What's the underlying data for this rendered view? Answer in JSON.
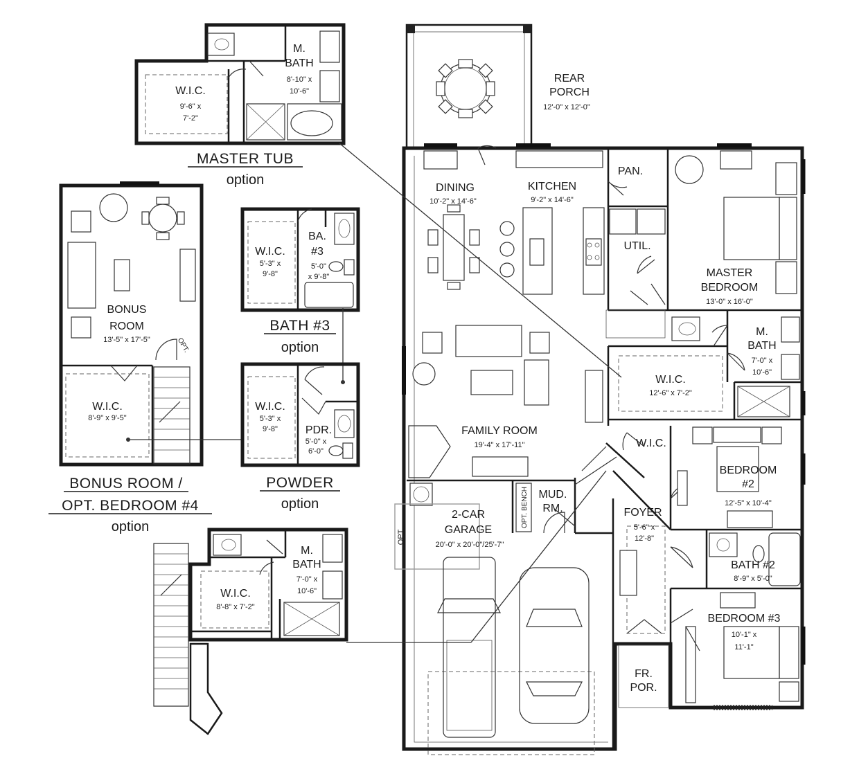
{
  "rooms": {
    "rear_porch": {
      "name_line1": "REAR",
      "name_line2": "PORCH",
      "dims": "12'-0\" x 12'-0\""
    },
    "dining": {
      "name": "DINING",
      "dims": "10'-2\" x 14'-6\""
    },
    "kitchen": {
      "name": "KITCHEN",
      "dims": "9'-2\" x 14'-6\""
    },
    "pantry": {
      "name": "PAN."
    },
    "utility": {
      "name": "UTIL."
    },
    "master_bedroom": {
      "name_line1": "MASTER",
      "name_line2": "BEDROOM",
      "dims": "13'-0\" x 16'-0\""
    },
    "master_bath": {
      "name_line1": "M.",
      "name_line2": "BATH",
      "dims_line1": "7'-0\" x",
      "dims_line2": "10'-6\""
    },
    "master_wic": {
      "name": "W.I.C.",
      "dims": "12'-6\" x 7'-2\""
    },
    "family_room": {
      "name": "FAMILY ROOM",
      "dims": "19'-4\" x 17'-11\""
    },
    "wic_small": {
      "name": "W.I.C."
    },
    "bedroom2": {
      "name_line1": "BEDROOM",
      "name_line2": "#2",
      "dims": "12'-5\" x 10'-4\""
    },
    "mud_room": {
      "name_line1": "MUD.",
      "name_line2": "RM."
    },
    "opt_bench": {
      "name": "OPT. BENCH"
    },
    "foyer": {
      "name": "FOYER",
      "dims_line1": "5'-6\" x",
      "dims_line2": "12'-8\""
    },
    "garage": {
      "name_line1": "2-CAR",
      "name_line2": "GARAGE",
      "dims": "20'-0\" x 20'-0\"/25'-7\""
    },
    "garage_opt": {
      "name": "OPT."
    },
    "bath2": {
      "name": "BATH #2",
      "dims": "8'-9\" x 5'-0\""
    },
    "bedroom3": {
      "name": "BEDROOM #3",
      "dims_line1": "10'-1\" x",
      "dims_line2": "11'-1\""
    },
    "front_porch": {
      "name_line1": "FR.",
      "name_line2": "POR."
    }
  },
  "options": {
    "master_tub": {
      "title": "MASTER TUB",
      "subtitle": "option",
      "bath": {
        "name_line1": "M.",
        "name_line2": "BATH",
        "dims_line1": "8'-10\" x",
        "dims_line2": "10'-6\""
      },
      "wic": {
        "name": "W.I.C.",
        "dims_line1": "9'-6\" x",
        "dims_line2": "7'-2\""
      }
    },
    "bonus_room": {
      "title_line1": "BONUS ROOM /",
      "title_line2": "OPT. BEDROOM #4",
      "subtitle": "option",
      "room": {
        "name_line1": "BONUS",
        "name_line2": "ROOM",
        "dims": "13'-5\" x 17'-5\""
      },
      "wic": {
        "name": "W.I.C.",
        "dims": "8'-9\" x 9'-5\""
      },
      "opt_label": "OPT."
    },
    "bath3": {
      "title": "BATH #3",
      "subtitle": "option",
      "wic": {
        "name": "W.I.C.",
        "dims_line1": "5'-3\" x",
        "dims_line2": "9'-8\""
      },
      "bath": {
        "name_line1": "BA.",
        "name_line2": "#3",
        "dims_line1": "5'-0\"",
        "dims_line2": "x 9'-8\""
      }
    },
    "powder": {
      "title": "POWDER",
      "subtitle": "option",
      "wic": {
        "name": "W.I.C.",
        "dims_line1": "5'-3\" x",
        "dims_line2": "9'-8\""
      },
      "pdr": {
        "name": "PDR.",
        "dims_line1": "5'-0\" x",
        "dims_line2": "6'-0\""
      }
    },
    "master_alt": {
      "bath": {
        "name_line1": "M.",
        "name_line2": "BATH",
        "dims_line1": "7'-0\" x",
        "dims_line2": "10'-6\""
      },
      "wic": {
        "name": "W.I.C.",
        "dims": "8'-8\" x 7'-2\""
      }
    }
  }
}
